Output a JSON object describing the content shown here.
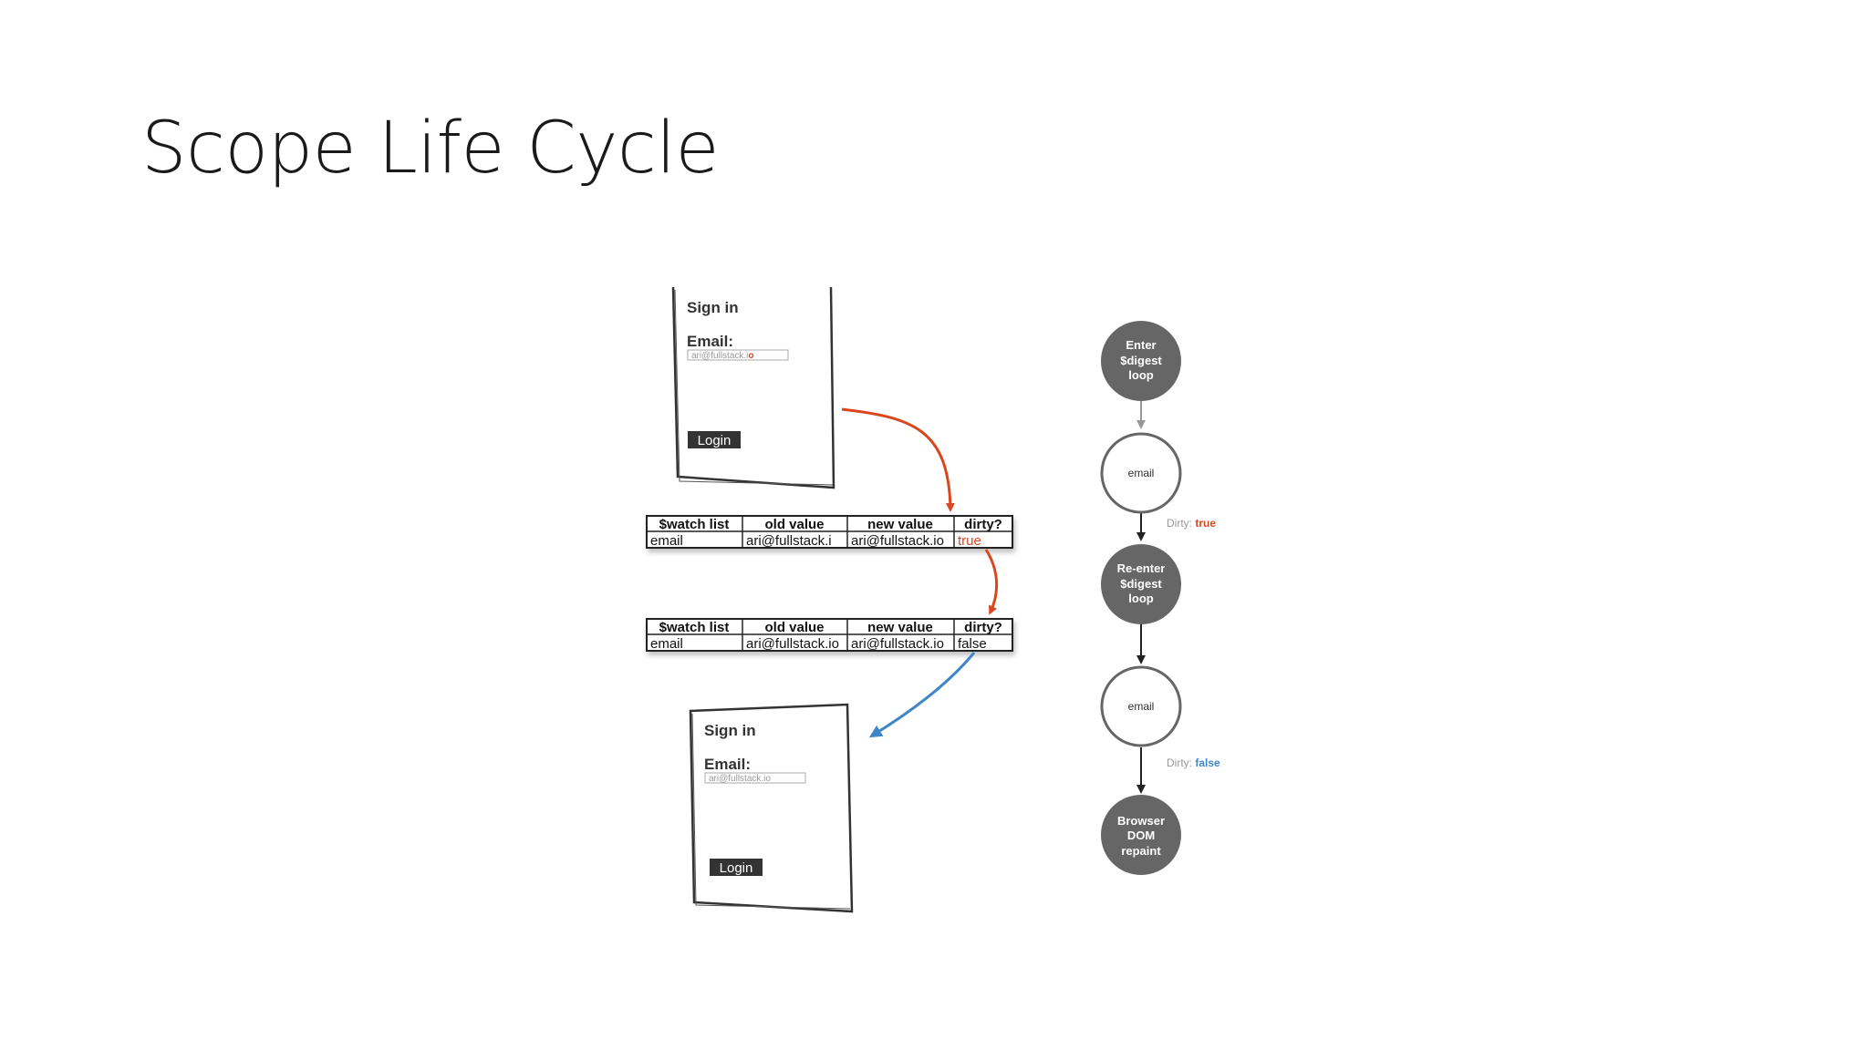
{
  "slide": {
    "title": "Scope Life Cycle"
  },
  "form_top": {
    "heading": "Sign in",
    "email_label": "Email:",
    "email_value_prefix": "ari@fullstack.i",
    "email_value_new_char": "o",
    "button_label": "Login"
  },
  "form_bottom": {
    "heading": "Sign in",
    "email_label": "Email:",
    "email_value": "ari@fullstack.io",
    "button_label": "Login"
  },
  "table_dirty": {
    "headers": [
      "$watch list",
      "old value",
      "new value",
      "dirty?"
    ],
    "row": [
      "email",
      "ari@fullstack.i",
      "ari@fullstack.io",
      "true"
    ]
  },
  "table_clean": {
    "headers": [
      "$watch list",
      "old value",
      "new value",
      "dirty?"
    ],
    "row": [
      "email",
      "ari@fullstack.io",
      "ari@fullstack.io",
      "false"
    ]
  },
  "flow": {
    "enter_loop": [
      "Enter",
      "$digest",
      "loop"
    ],
    "email_1": "email",
    "dirty_1_label": "Dirty:",
    "dirty_1_value": "true",
    "reenter_loop": [
      "Re-enter",
      "$digest",
      "loop"
    ],
    "email_2": "email",
    "dirty_2_label": "Dirty:",
    "dirty_2_value": "false",
    "repaint": [
      "Browser",
      "DOM",
      "repaint"
    ]
  },
  "colors": {
    "accent_red": "#d9471f",
    "accent_blue": "#3f86c8",
    "node_dark": "#666666",
    "button_dark": "#333333"
  }
}
